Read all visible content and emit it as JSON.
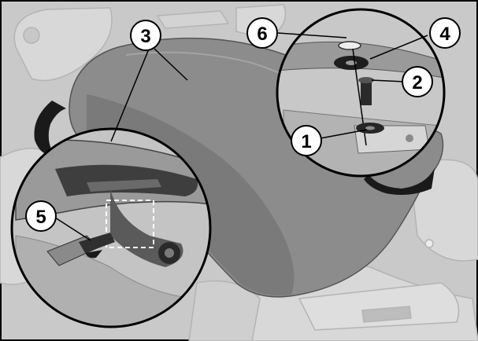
{
  "callouts": [
    {
      "number": "1"
    },
    {
      "number": "2"
    },
    {
      "number": "3"
    },
    {
      "number": "4"
    },
    {
      "number": "5"
    },
    {
      "number": "6"
    }
  ],
  "colors": {
    "background_gray": "#c6c6c6",
    "seat": "#8a8a8a",
    "seat_shadow": "#6d6d6d",
    "dark_part": "#3e3e3e",
    "arrow_black": "#1a1a1a",
    "callout_fill": "#ffffff",
    "callout_stroke": "#000000"
  }
}
